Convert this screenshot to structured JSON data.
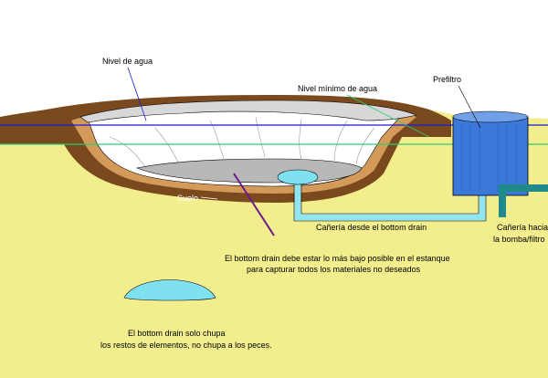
{
  "labels": {
    "water_level": "Nivel de agua",
    "min_water_level": "Nivel mínimo de agua",
    "prefilter": "Prefiltro",
    "soil": "Suelo",
    "drain_pipe": "Cañería desde el bottom drain",
    "pump_pipe_line1": "Cañería hacia",
    "pump_pipe_line2": "la bomba/filtro",
    "note_lowest_line1": "El bottom drain debe estar lo más bajo posible en el estanque",
    "note_lowest_line2": "para capturar todos los materiales no deseados",
    "note_suction_line1": "El bottom drain solo chupa",
    "note_suction_line2": "los restos de elementos, no chupa a los peces."
  },
  "colors": {
    "background": "#ffffff",
    "ground": "#f2ee8e",
    "soil_dark": "#7a4a1e",
    "soil_light": "#d49a5a",
    "water_level_line": "#1a1ad8",
    "min_level_line": "#2ecc71",
    "pipe": "#8fe6f0",
    "drain": "#7fe0f0",
    "prefilter": "#3b78d8",
    "pump_pipe": "#1f8a8a",
    "annotation_line": "#6a1a8a"
  }
}
